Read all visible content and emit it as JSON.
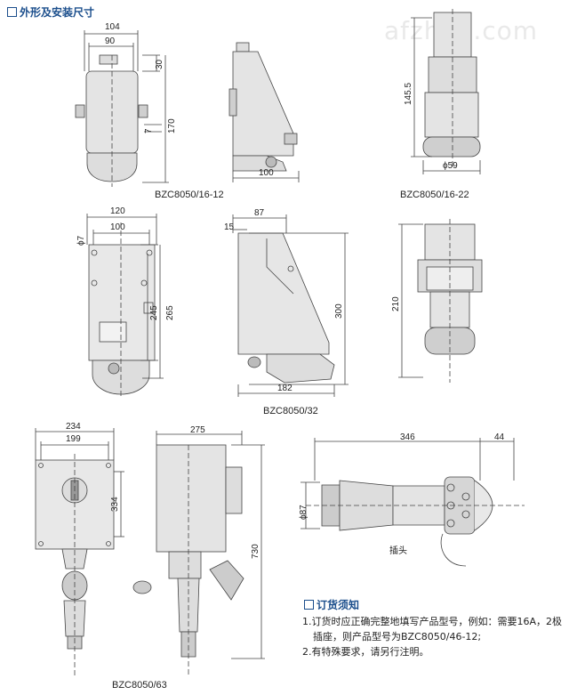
{
  "header": {
    "title": "外形及安装尺寸"
  },
  "watermark": "afzhan.com",
  "captions": {
    "bzc16_12": "BZC8050/16-12",
    "bzc16_22": "BZC8050/16-22",
    "bzc32": "BZC8050/32",
    "bzc63": "BZC8050/63",
    "plug": "插头"
  },
  "dims": {
    "d104": "104",
    "d90": "90",
    "d30": "30",
    "d7a": "7",
    "d170": "170",
    "d100a": "100",
    "d145": "145.5",
    "d59": "ϕ59",
    "d120": "120",
    "d100b": "100",
    "d7b": "ϕ7",
    "d245": "245",
    "d265": "265",
    "d87": "87",
    "d15": "15",
    "d300": "300",
    "d182": "182",
    "d210": "210",
    "d234": "234",
    "d199": "199",
    "d334": "334",
    "d275": "275",
    "d730": "730",
    "d346": "346",
    "d44": "44",
    "d87b": "ϕ87"
  },
  "order": {
    "title": "订货须知",
    "line1": "1.订货时应正确完整地填写产品型号，例如：需要16A，2极",
    "line1b": "  插座，则产品型号为BZC8050/46-12;",
    "line2": "2.有特殊要求，请另行注明。"
  },
  "colors": {
    "accent": "#1b4e8c",
    "drawing": "#333333",
    "fill": "#d6d6d6"
  }
}
